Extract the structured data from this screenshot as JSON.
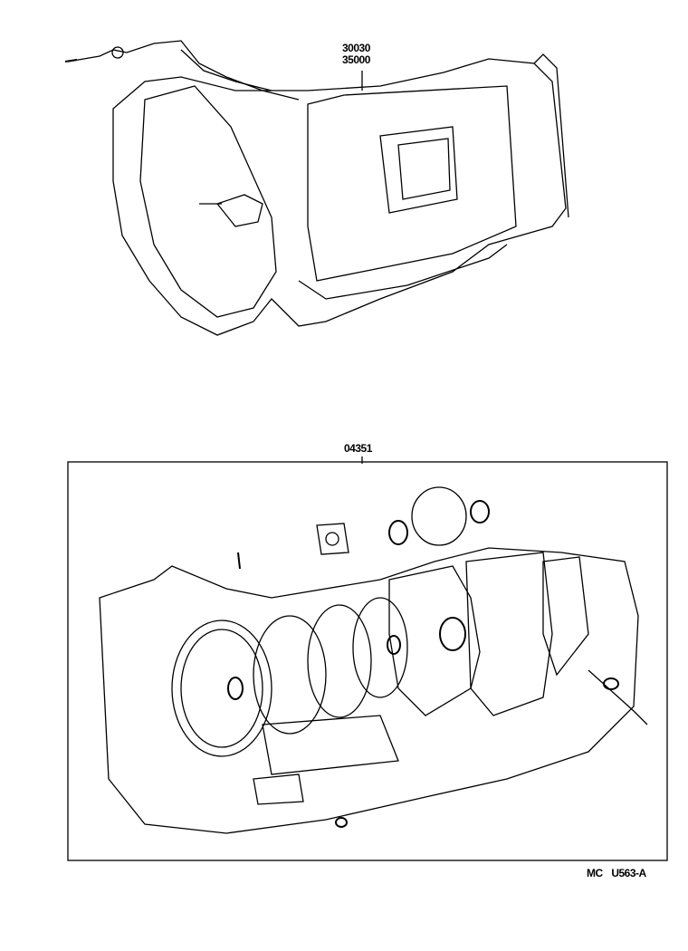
{
  "diagram": {
    "part_numbers": {
      "transmission_assy_1": "30030",
      "transmission_assy_2": "35000",
      "overhaul_gasket_kit": "04351"
    },
    "figure_code": "MC  U563-A"
  }
}
